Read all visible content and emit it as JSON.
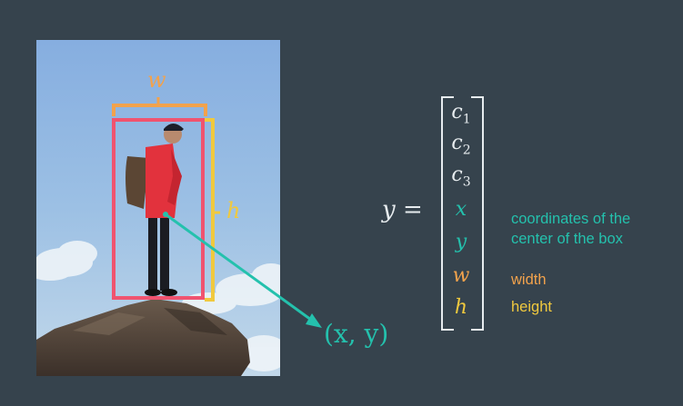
{
  "photo": {
    "width_label": "w",
    "height_label": "h",
    "point_label": "(x, y)"
  },
  "equation": {
    "lhs": "y =",
    "entries": [
      {
        "base": "c",
        "sub": "1",
        "color": "#e7ecef"
      },
      {
        "base": "c",
        "sub": "2",
        "color": "#e7ecef"
      },
      {
        "base": "c",
        "sub": "3",
        "color": "#e7ecef"
      },
      {
        "base": "x",
        "sub": "",
        "color": "#24c1ad"
      },
      {
        "base": "y",
        "sub": "",
        "color": "#24c1ad"
      },
      {
        "base": "w",
        "sub": "",
        "color": "#f2a24c"
      },
      {
        "base": "h",
        "sub": "",
        "color": "#f0c93e"
      }
    ]
  },
  "annotations": {
    "coordinates": "coordinates of the",
    "center": "center of the box",
    "width": "width",
    "height": "height"
  },
  "colors": {
    "background": "#36434d",
    "teal": "#24c1ad",
    "orange": "#f2a24c",
    "yellow": "#f0c93e",
    "pink": "#f0536f",
    "white": "#e7ecef"
  }
}
